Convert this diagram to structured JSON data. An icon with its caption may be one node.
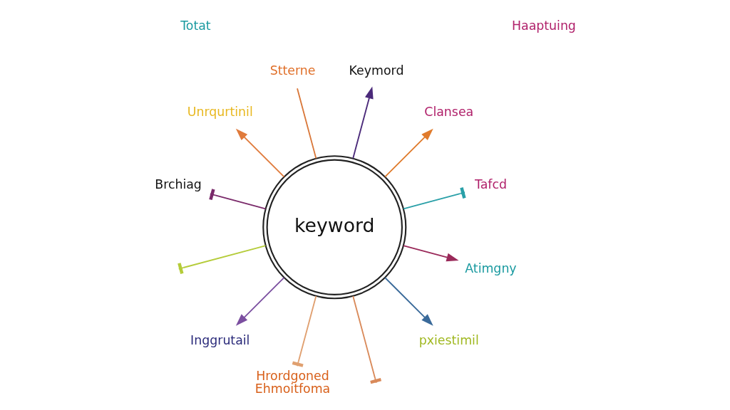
{
  "diagram": {
    "nodes": [
      {
        "text": [
          "keyword"
        ]
      },
      {
        "text": [
          "Keymord"
        ]
      },
      {
        "text": [
          "Stterne"
        ]
      },
      {
        "text": [
          "Unrqurtinil"
        ]
      },
      {
        "text": [
          "Brchiag"
        ]
      },
      {
        "text": [
          "Inggrutail"
        ]
      },
      {
        "text": [
          "Hrordgoned Ehmoitfoma"
        ]
      },
      {
        "text": [
          "Clansea"
        ]
      },
      {
        "text": [
          "Tafcd"
        ]
      },
      {
        "text": [
          "Atimgny"
        ]
      },
      {
        "text": [
          "pxiestimil"
        ]
      }
    ],
    "edges": [
      {
        "from": 0,
        "to": 1,
        "arrow": "to",
        "color": "#4b2a7a"
      },
      {
        "from": 0,
        "to": 2,
        "arrow": "none",
        "color": "#d9783a"
      },
      {
        "from": 0,
        "to": 3,
        "arrow": "to",
        "color": "#e07b3c"
      },
      {
        "from": 0,
        "to": 4,
        "arrow": "other",
        "color": "#7a2a6a"
      },
      {
        "from": 0,
        "to": 5,
        "arrow": "to",
        "color": "#7b4fa0"
      },
      {
        "from": 0,
        "to": null,
        "arrow": "other",
        "color": "#b5cc3a"
      },
      {
        "from": 0,
        "to": 6,
        "arrow": "other",
        "color": "#e0a070"
      },
      {
        "from": 0,
        "to": null,
        "arrow": "other",
        "color": "#d98a5a"
      },
      {
        "from": 0,
        "to": 7,
        "arrow": "to",
        "color": "#e07b2c"
      },
      {
        "from": 0,
        "to": 8,
        "arrow": "other",
        "color": "#2aa0a8"
      },
      {
        "from": 0,
        "to": 9,
        "arrow": "to",
        "color": "#9a2a5a"
      },
      {
        "from": 0,
        "to": 10,
        "arrow": "to",
        "color": "#3a6a9a"
      }
    ],
    "labels": [
      "Haaptuing",
      "Totat"
    ]
  }
}
